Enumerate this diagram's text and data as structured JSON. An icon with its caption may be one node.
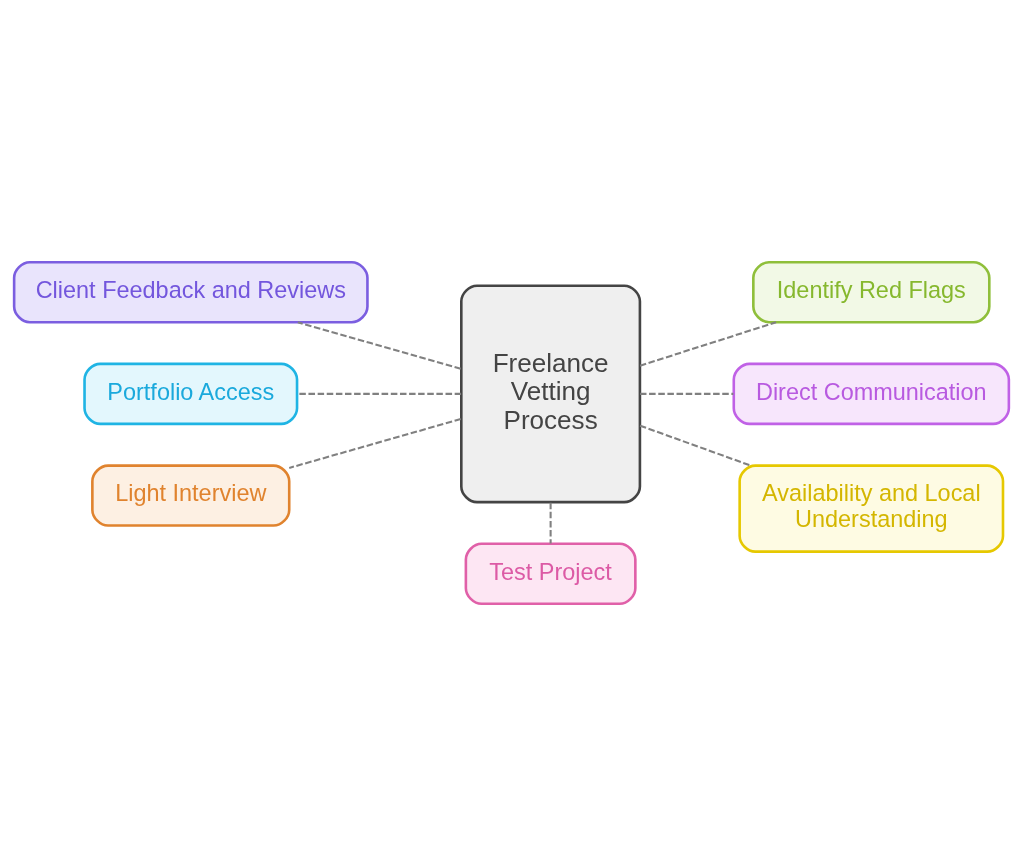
{
  "diagram": {
    "nodes": [
      {
        "text": [
          "Identify Red Flags"
        ]
      },
      {
        "text": [
          "Client Feedback and Reviews"
        ]
      },
      {
        "text": [
          "Portfolio Access"
        ]
      },
      {
        "text": [
          "Direct Communication"
        ]
      },
      {
        "text": [
          "Freelance Vetting Process"
        ]
      },
      {
        "text": [
          "Light Interview"
        ]
      },
      {
        "text": [
          "Availability and Local Understanding"
        ]
      },
      {
        "text": [
          "Test Project"
        ]
      }
    ],
    "edges": [
      {
        "from": 4,
        "to": 0,
        "arrow": "none",
        "style": "dashed"
      },
      {
        "from": 4,
        "to": 3,
        "arrow": "none",
        "style": "dashed"
      },
      {
        "from": 4,
        "to": 6,
        "arrow": "none",
        "style": "dashed"
      },
      {
        "from": 4,
        "to": 7,
        "arrow": "none",
        "style": "dashed"
      },
      {
        "from": 4,
        "to": 5,
        "arrow": "none",
        "style": "dashed"
      },
      {
        "from": 4,
        "to": 2,
        "arrow": "none",
        "style": "dashed"
      },
      {
        "from": 4,
        "to": 1,
        "arrow": "none",
        "style": "dashed"
      }
    ]
  }
}
